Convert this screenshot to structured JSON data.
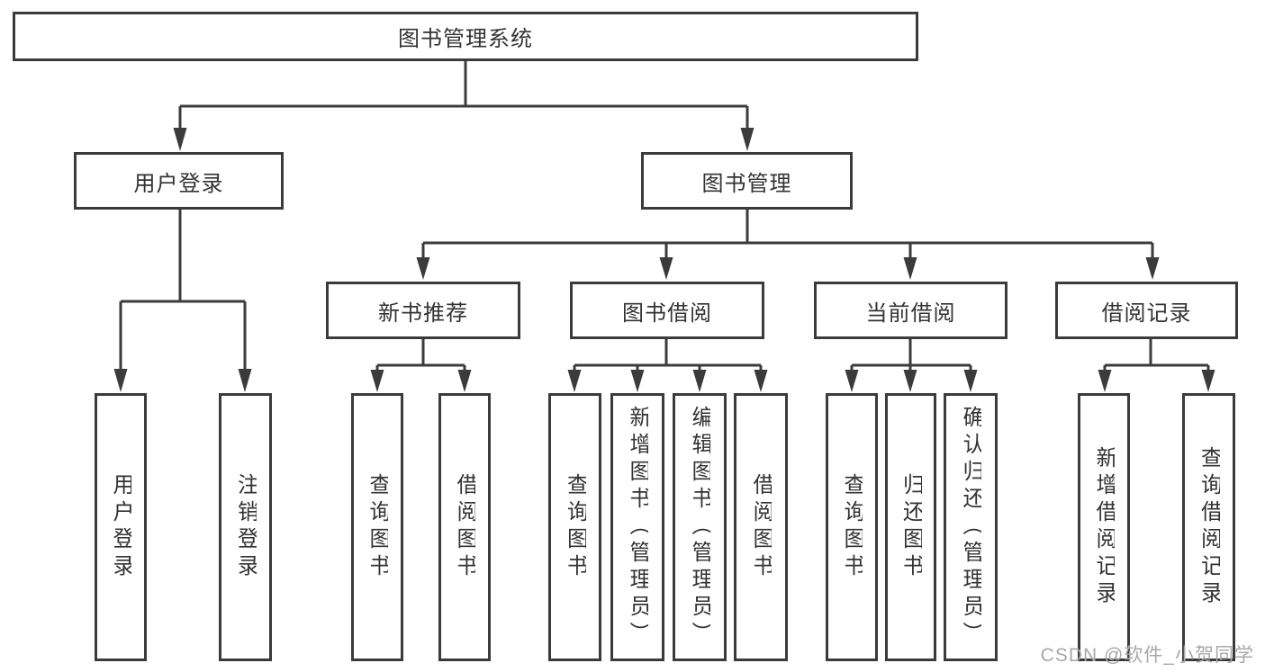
{
  "diagram": {
    "root": {
      "label": "图书管理系统"
    },
    "level2": {
      "user_login": "用户登录",
      "book_management": "图书管理"
    },
    "level3": {
      "new_book_recommend": "新书推荐",
      "book_borrow": "图书借阅",
      "current_borrow": "当前借阅",
      "borrow_records": "借阅记录"
    },
    "leaves": {
      "user_login_login": "用户登录",
      "user_login_logout": "注销登录",
      "new_book_query": "查询图书",
      "new_book_borrow": "借阅图书",
      "borrow_query": "查询图书",
      "borrow_add": "新增图书（管理员）",
      "borrow_edit": "编辑图书（管理员）",
      "borrow_borrow": "借阅图书",
      "current_query": "查询图书",
      "current_return": "归还图书",
      "current_confirm": "确认归还（管理员）",
      "records_add": "新增借阅记录",
      "records_query": "查询借阅记录"
    },
    "watermark": "CSDN @软件_小贺同学",
    "colors": {
      "line": "#3b3b3b",
      "text": "#333333",
      "watermark": "#a8a8a8",
      "background": "#ffffff"
    }
  }
}
